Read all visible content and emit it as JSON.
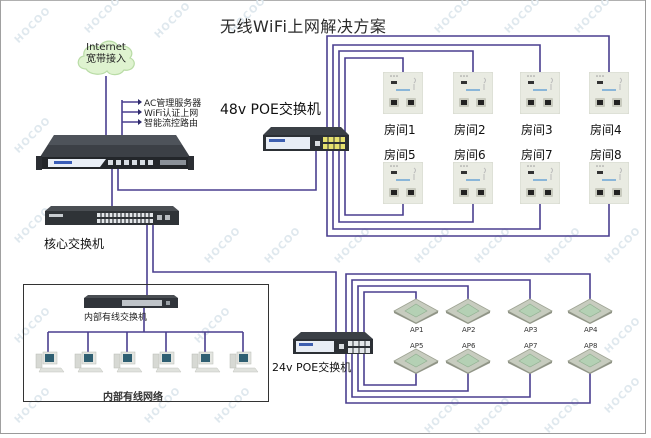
{
  "title": "无线WiFi上网解决方案",
  "watermark": "HOCOO",
  "colors": {
    "wire": "#4a3f8f",
    "wire_dark": "#2d2a6a",
    "device_dark": "#3a3f44",
    "panel_face": "#e9ebe2",
    "ap_face": "#c9cfc2",
    "cloud": "#d8f0c8"
  },
  "internet": {
    "line1": "Internet",
    "line2": "宽带接入"
  },
  "router": {
    "features": [
      "AC管理服务器",
      "WiFi认证上网",
      "智能流控路由"
    ]
  },
  "core_switch": {
    "label": "核心交换机"
  },
  "poe48": {
    "label": "48v  POE交换机"
  },
  "poe24": {
    "label": "24v POE交换机"
  },
  "rooms": [
    "房间1",
    "房间2",
    "房间3",
    "房间4",
    "房间5",
    "房间6",
    "房间7",
    "房间8"
  ],
  "aps": [
    "AP1",
    "AP2",
    "AP3",
    "AP4",
    "AP5",
    "AP6",
    "AP7",
    "AP8"
  ],
  "inner_network": {
    "switch_label": "内部有线交换机",
    "network_label": "内部有线网络",
    "pc_count": 6
  }
}
